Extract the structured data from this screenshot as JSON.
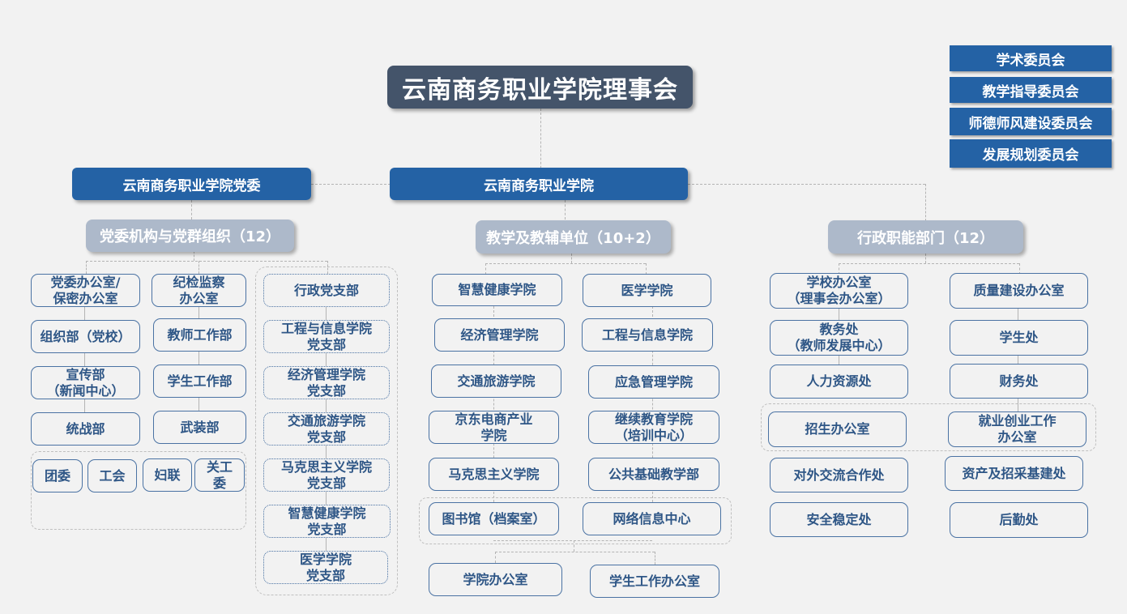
{
  "root": {
    "label": "云南商务职业学院理事会"
  },
  "committees": [
    {
      "label": "学术委员会"
    },
    {
      "label": "教学指导委员会"
    },
    {
      "label": "师德师风建设委员会"
    },
    {
      "label": "发展规划委员会"
    }
  ],
  "party": {
    "label": "云南商务职业学院党委",
    "group": {
      "label": "党委机构与党群组织（12）",
      "left_column": [
        {
          "label": "党委办公室/\n保密办公室"
        },
        {
          "label": "组织部（党校）"
        },
        {
          "label": "宣传部\n（新闻中心）"
        },
        {
          "label": "统战部"
        }
      ],
      "right_column": [
        {
          "label": "纪检监察\n办公室"
        },
        {
          "label": "教师工作部"
        },
        {
          "label": "学生工作部"
        },
        {
          "label": "武装部"
        }
      ],
      "mass_orgs": [
        {
          "label": "团委"
        },
        {
          "label": "工会"
        },
        {
          "label": "妇联"
        },
        {
          "label": "关工\n委"
        }
      ],
      "branches": [
        {
          "label": "行政党支部"
        },
        {
          "label": "工程与信息学院\n党支部"
        },
        {
          "label": "经济管理学院\n党支部"
        },
        {
          "label": "交通旅游学院\n党支部"
        },
        {
          "label": "马克思主义学院\n党支部"
        },
        {
          "label": "智慧健康学院\n党支部"
        },
        {
          "label": "医学学院\n党支部"
        }
      ]
    }
  },
  "college": {
    "label": "云南商务职业学院",
    "teaching": {
      "label": "教学及教辅单位（10+2）",
      "left_column": [
        {
          "label": "智慧健康学院"
        },
        {
          "label": "经济管理学院"
        },
        {
          "label": "交通旅游学院"
        },
        {
          "label": "京东电商产业\n学院"
        },
        {
          "label": "马克思主义学院"
        }
      ],
      "right_column": [
        {
          "label": "医学学院"
        },
        {
          "label": "工程与信息学院"
        },
        {
          "label": "应急管理学院"
        },
        {
          "label": "继续教育学院\n（培训中心）"
        },
        {
          "label": "公共基础教学部"
        }
      ],
      "support": [
        {
          "label": "图书馆（档案室）"
        },
        {
          "label": "网络信息中心"
        }
      ],
      "offices": [
        {
          "label": "学院办公室"
        },
        {
          "label": "学生工作办公室"
        }
      ]
    },
    "admin": {
      "label": "行政职能部门（12）",
      "left_column": [
        {
          "label": "学校办公室\n（理事会办公室）"
        },
        {
          "label": "教务处\n（教师发展中心）"
        },
        {
          "label": "人力资源处"
        },
        {
          "label": "招生办公室"
        },
        {
          "label": "对外交流合作处"
        },
        {
          "label": "安全稳定处"
        }
      ],
      "right_column": [
        {
          "label": "质量建设办公室"
        },
        {
          "label": "学生处"
        },
        {
          "label": "财务处"
        },
        {
          "label": "就业创业工作\n办公室"
        },
        {
          "label": "资产及招采基建处"
        },
        {
          "label": "后勤处"
        }
      ]
    }
  },
  "colors": {
    "background": "#f2f2f2",
    "root_fill": "#44546a",
    "primary_blue": "#2462a5",
    "group_header_fill": "#adb9ca",
    "node_border": "#4a72a3",
    "node_text": "#2e5686",
    "connector": "#b4b4b4"
  }
}
